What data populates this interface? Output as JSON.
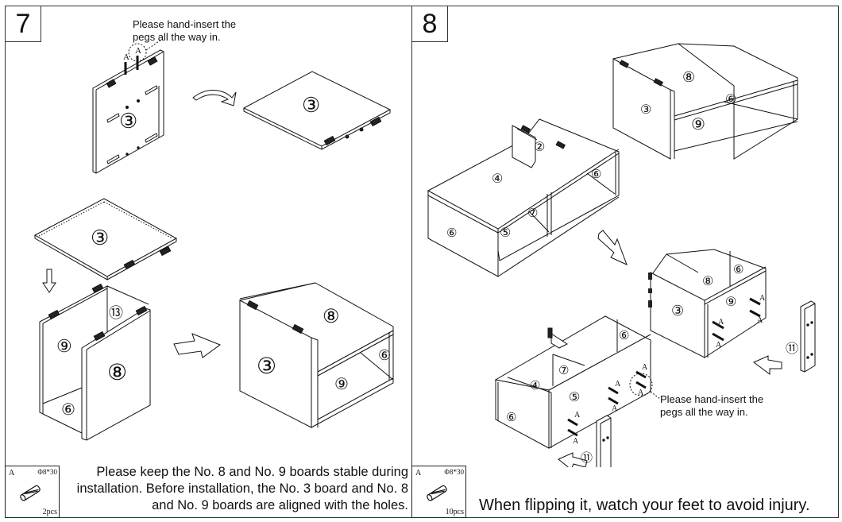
{
  "steps": [
    {
      "number": "7",
      "note": [
        "Please hand-insert the",
        "pegs all the way in."
      ],
      "part": {
        "code": "A",
        "spec": "Φ8*30",
        "quantity": "2pcs",
        "icon": "dowel-peg-icon"
      },
      "caption": [
        "Please keep the No. 8 and No. 9 boards stable during",
        "installation. Before installation, the No. 3 board and No. 8",
        "and No. 9 boards are aligned with the holes."
      ],
      "labels": {
        "board3_upright": "③",
        "board3_flat": "③",
        "board3_top": "③",
        "board13": "⑬",
        "board9": "⑨",
        "board8": "⑧",
        "board6": "⑥",
        "result3": "③",
        "result8": "⑧",
        "result6": "⑥",
        "result9": "⑨",
        "peg_a": "A"
      }
    },
    {
      "number": "8",
      "note": [
        "Please hand-insert the",
        "pegs all the way in."
      ],
      "part": {
        "code": "A",
        "spec": "Φ8*30",
        "quantity": "10pcs",
        "icon": "dowel-peg-icon"
      },
      "caption": [
        "When flipping it, watch your feet to avoid injury."
      ],
      "labels": {
        "unit_top": {
          "b3": "③",
          "b8": "⑧",
          "b6": "⑥",
          "b9": "⑨"
        },
        "long_unit": {
          "b2": "②",
          "b4": "④",
          "b6a": "⑥",
          "b6b": "⑥",
          "b5": "⑤",
          "b7": "⑦"
        },
        "bottom_cube": {
          "b3": "③",
          "b8": "⑧",
          "b6": "⑥",
          "b9": "⑨",
          "b11": "⑪"
        },
        "bottom_long": {
          "b6": "⑥",
          "b4": "④",
          "b7": "⑦",
          "b5": "⑤",
          "b6b": "⑥",
          "b11": "⑪"
        },
        "peg_a": "A"
      }
    }
  ]
}
